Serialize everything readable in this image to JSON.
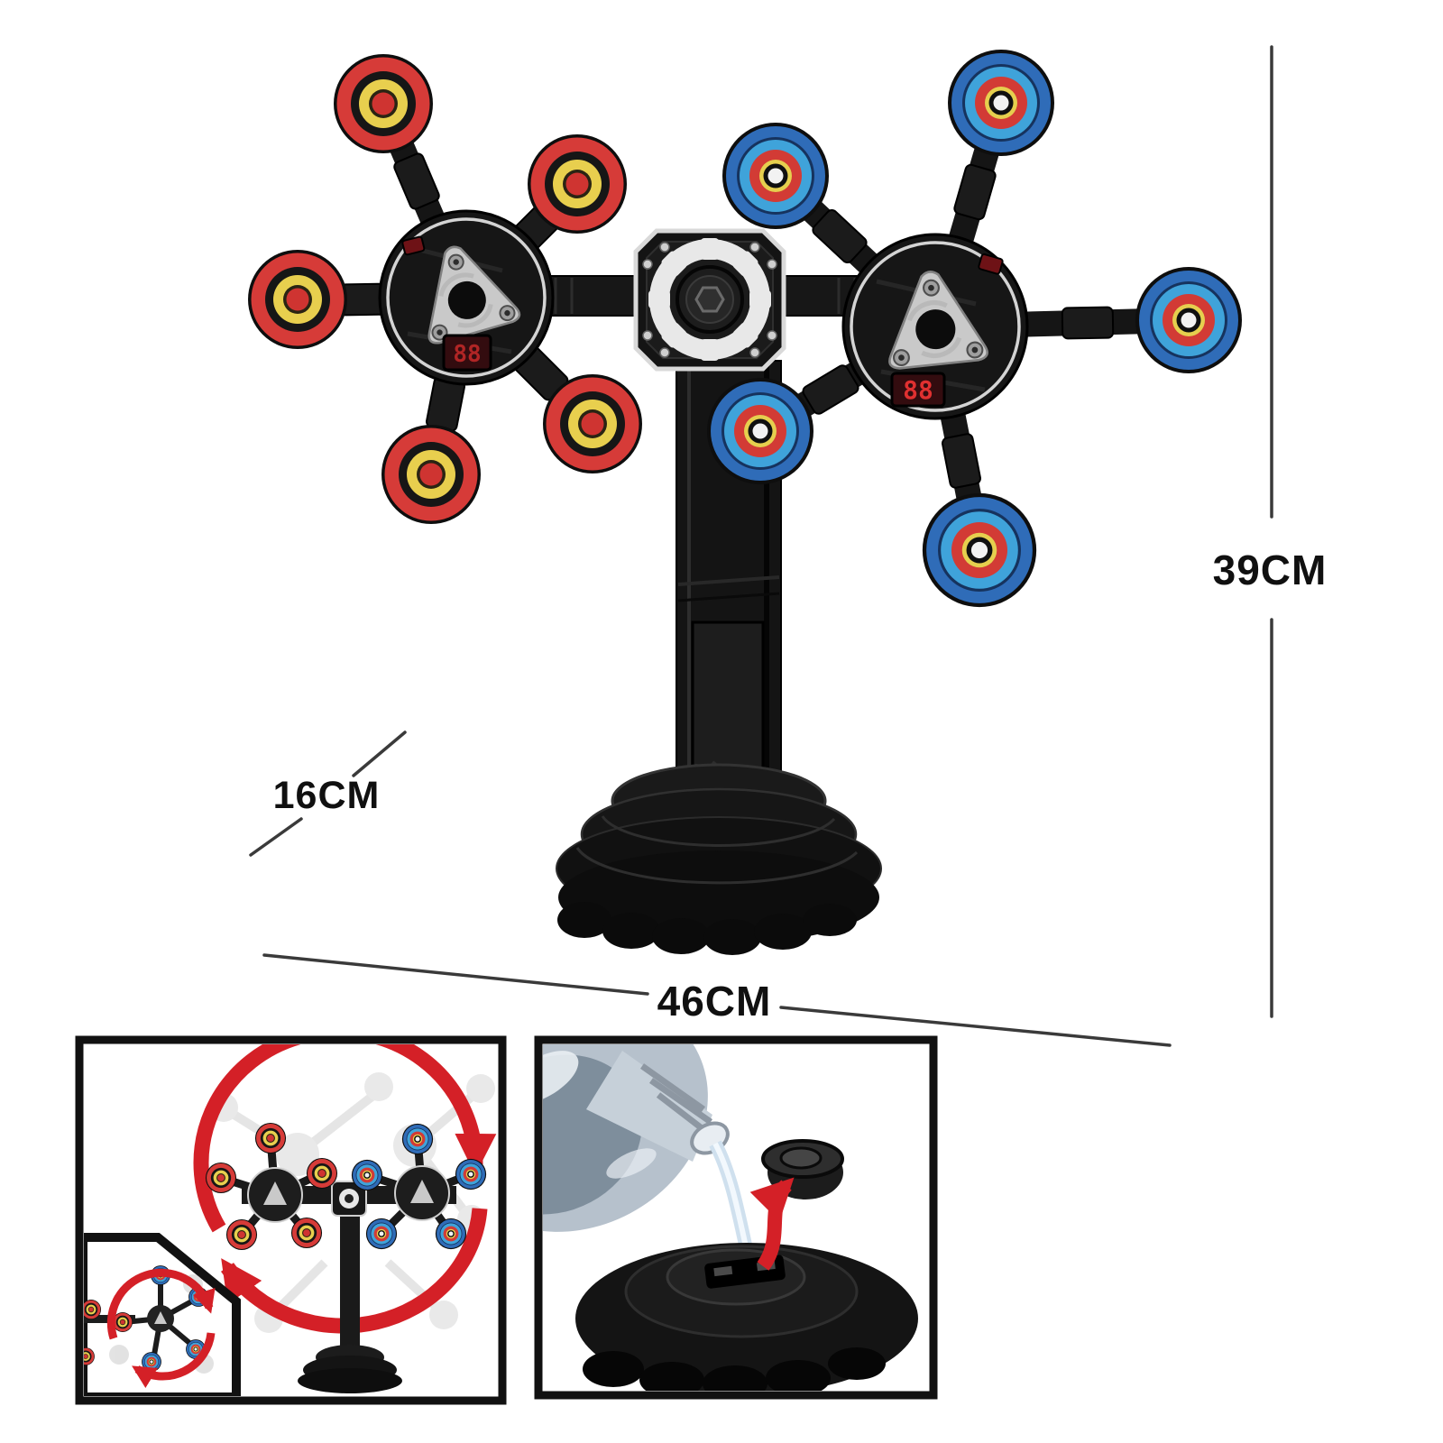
{
  "page": {
    "background": "#ffffff",
    "kind": "product-dimension-diagram"
  },
  "annotations": {
    "height_label": "39CM",
    "depth_label": "16CM",
    "width_label": "46CM"
  },
  "product": {
    "left_rotor": {
      "target_count": 5,
      "score_display": "88",
      "palette": "red-yellow"
    },
    "right_rotor": {
      "target_count": 5,
      "score_display": "88",
      "palette": "blue-red-yellow"
    }
  },
  "insets": {
    "left": {
      "icon": "rotation-demo-icon"
    },
    "right": {
      "icon": "water-fill-base-icon"
    }
  },
  "colors": {
    "annotation_text": "#101010",
    "dimension_line": "#3a3a3a",
    "plastic_black": "#161616",
    "silver": "#d6d6d6",
    "target_red": "#d63b38",
    "target_yellow": "#e8cf4e",
    "target_blue": "#2f6cb8",
    "target_blue_light": "#3fa3da",
    "target_white": "#f2f2f2",
    "led_red": "#e03030",
    "arrow_red": "#d42027"
  }
}
